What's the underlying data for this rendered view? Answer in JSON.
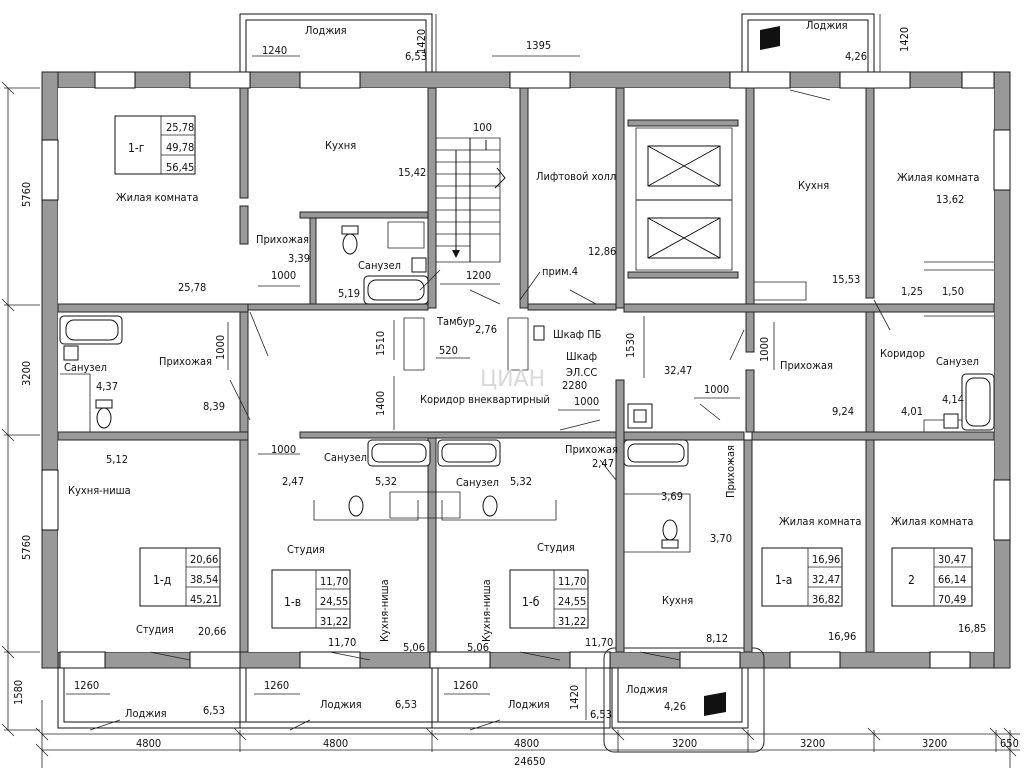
{
  "rooms": {
    "loggia_top_left": "Лоджия",
    "loggia_top_right": "Лоджия",
    "living_tl": "Жилая комната",
    "kitchen_tl": "Кухня",
    "hall_tl": "Прихожая",
    "bath_tl": "Санузел",
    "lift_hall": "Лифтовой холл",
    "kitchen_tr": "Кухня",
    "living_tr": "Жилая комната",
    "bath_ml": "Санузел",
    "hall_ml": "Прихожая",
    "tambur": "Тамбур",
    "shaft_pb": "Шкаф ПБ",
    "shaft_el1": "Шкаф",
    "shaft_el2": "ЭЛ.СС",
    "corridor": "Коридор внеквартирный",
    "hall_mr": "Прихожая",
    "corridor_r": "Коридор",
    "bath_mr": "Санузел",
    "kitchen_niche_l": "Кухня-ниша",
    "bath_b1": "Санузел",
    "bath_b2": "Санузел",
    "hall_bc": "Прихожая",
    "hall_vert": "Прихожая",
    "studio_l": "Студия",
    "studio_c1": "Студия",
    "studio_c2": "Студия",
    "niche_c1": "Кухня-ниша",
    "niche_c2": "Кухня-ниша",
    "kitchen_br": "Кухня",
    "living_br1": "Жилая комната",
    "living_br2": "Жилая комната",
    "loggia_b1": "Лоджия",
    "loggia_b2": "Лоджия",
    "loggia_b3": "Лоджия",
    "loggia_b4": "Лоджия",
    "note": "прим.4",
    "watermark": "ЦИАН"
  },
  "areas": {
    "a653_tl": "6,53",
    "a426_tr": "4,26",
    "a1542": "15,42",
    "a339": "3,39",
    "a519": "5,19",
    "a2578": "25,78",
    "a1286": "12,86",
    "a276": "2,76",
    "a1553": "15,53",
    "a1362": "13,62",
    "a125": "1,25",
    "a150": "1,50",
    "a437": "4,37",
    "a839": "8,39",
    "a3247": "32,47",
    "a924": "9,24",
    "a401": "4,01",
    "a414": "4,14",
    "a512": "5,12",
    "a247_l": "2,47",
    "a532_1": "5,32",
    "a532_2": "5,32",
    "a247_c": "2,47",
    "a369": "3,69",
    "a370": "3,70",
    "a2066": "20,66",
    "a1170_1": "11,70",
    "a506_1": "5,06",
    "a506_2": "5,06",
    "a1170_2": "11,70",
    "a812": "8,12",
    "a1696": "16,96",
    "a1685": "16,85",
    "a653_b1": "6,53",
    "a653_b2": "6,53",
    "a653_b3": "6,53",
    "a426_b4": "4,26"
  },
  "dims": {
    "d1240": "1240",
    "d1420_t1": "1420",
    "d1395": "1395",
    "d1420_t2": "1420",
    "d100": "100",
    "d1000_a": "1000",
    "d1200": "1200",
    "d1510": "1510",
    "d1000_b": "1000",
    "d520": "520",
    "d1530": "1530",
    "d1000_c": "1000",
    "d1400": "1400",
    "d2280": "2280",
    "d1000_d": "1000",
    "d1000_e": "1000",
    "d1000_f": "1000",
    "d1260_1": "1260",
    "d1260_2": "1260",
    "d1260_3": "1260",
    "d1420_b": "1420",
    "left": [
      "5760",
      "3200",
      "5760",
      "1580"
    ],
    "bottom": [
      "4800",
      "4800",
      "4800",
      "3200",
      "3200",
      "3200",
      "650"
    ],
    "total": "24650"
  },
  "apartments": [
    {
      "type": "1-г",
      "v1": "25,78",
      "v2": "49,78",
      "v3": "56,45"
    },
    {
      "type": "1-д",
      "v1": "20,66",
      "v2": "38,54",
      "v3": "45,21"
    },
    {
      "type": "1-в",
      "v1": "11,70",
      "v2": "24,55",
      "v3": "31,22"
    },
    {
      "type": "1-б",
      "v1": "11,70",
      "v2": "24,55",
      "v3": "31,22"
    },
    {
      "type": "1-а",
      "v1": "16,96",
      "v2": "32,47",
      "v3": "36,82"
    },
    {
      "type": "2",
      "v1": "30,47",
      "v2": "66,14",
      "v3": "70,49"
    }
  ]
}
